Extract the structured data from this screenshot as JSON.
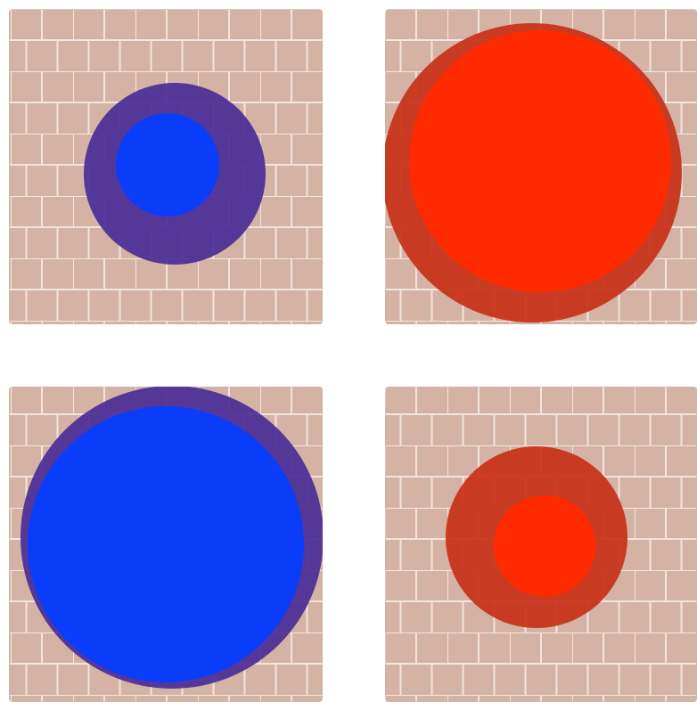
{
  "colors": {
    "background": "#ffffff",
    "tile_fill": "#d5b3a4",
    "tile_grout": "#f1e5df",
    "blue_outer": "#4a2c96",
    "blue_inner": "#0a3dfa",
    "red_outer": "#c8341b",
    "red_inner": "#ff2a00"
  },
  "panels": [
    {
      "id": "top-left",
      "color": "blue",
      "inner_to_outer_ratio": 0.57,
      "inner_fills_panel": false
    },
    {
      "id": "top-right",
      "color": "red",
      "inner_to_outer_ratio": 0.87,
      "inner_fills_panel": true
    },
    {
      "id": "bottom-left",
      "color": "blue",
      "inner_to_outer_ratio": 0.9,
      "inner_fills_panel": true
    },
    {
      "id": "bottom-right",
      "color": "red",
      "inner_to_outer_ratio": 0.55,
      "inner_fills_panel": false
    }
  ]
}
